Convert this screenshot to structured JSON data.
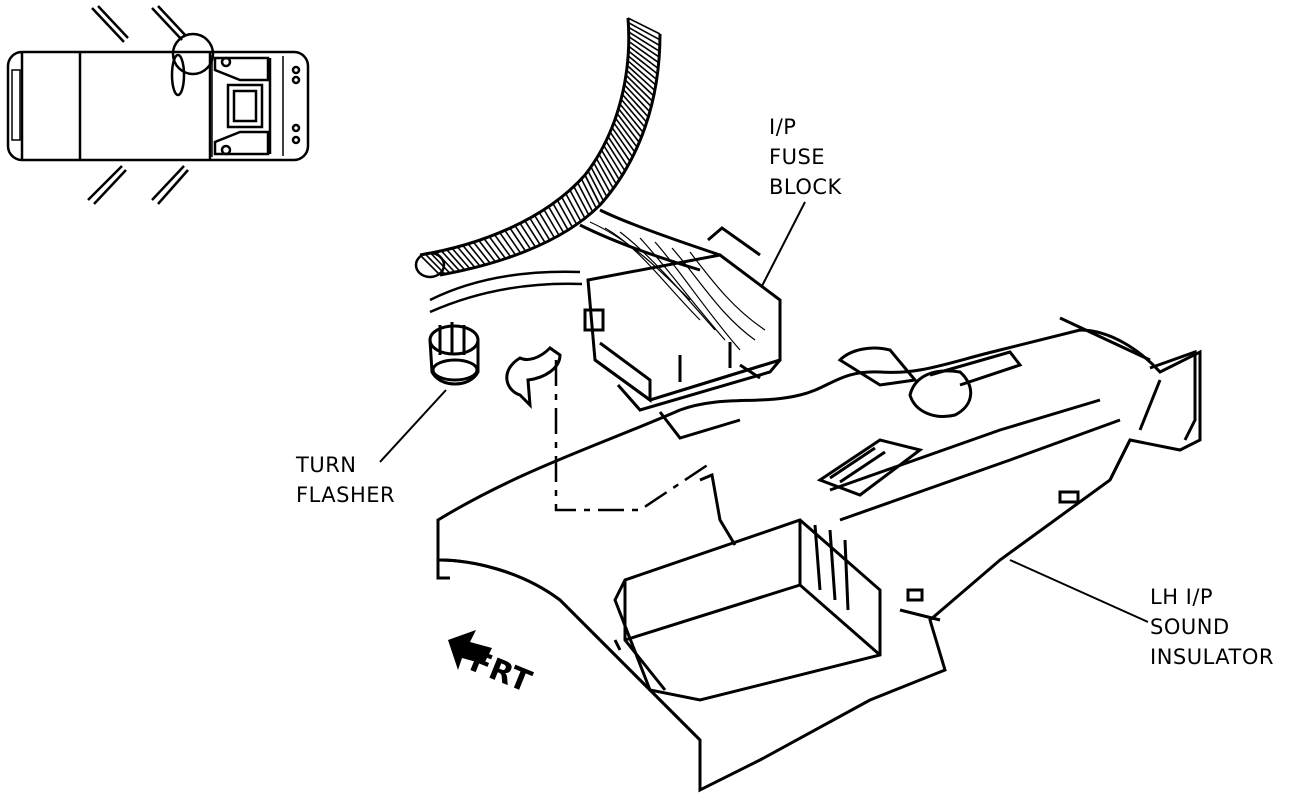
{
  "labels": {
    "fuse_block": "I/P\nFUSE\nBLOCK",
    "turn_flasher": "TURN\nFLASHER",
    "sound_insulator": "LH I/P\nSOUND\nINSULATOR",
    "front": "FRT"
  },
  "colors": {
    "ink": "#000000",
    "paper": "#ffffff"
  },
  "icons": {
    "front_arrow": "arrow-left-icon"
  }
}
